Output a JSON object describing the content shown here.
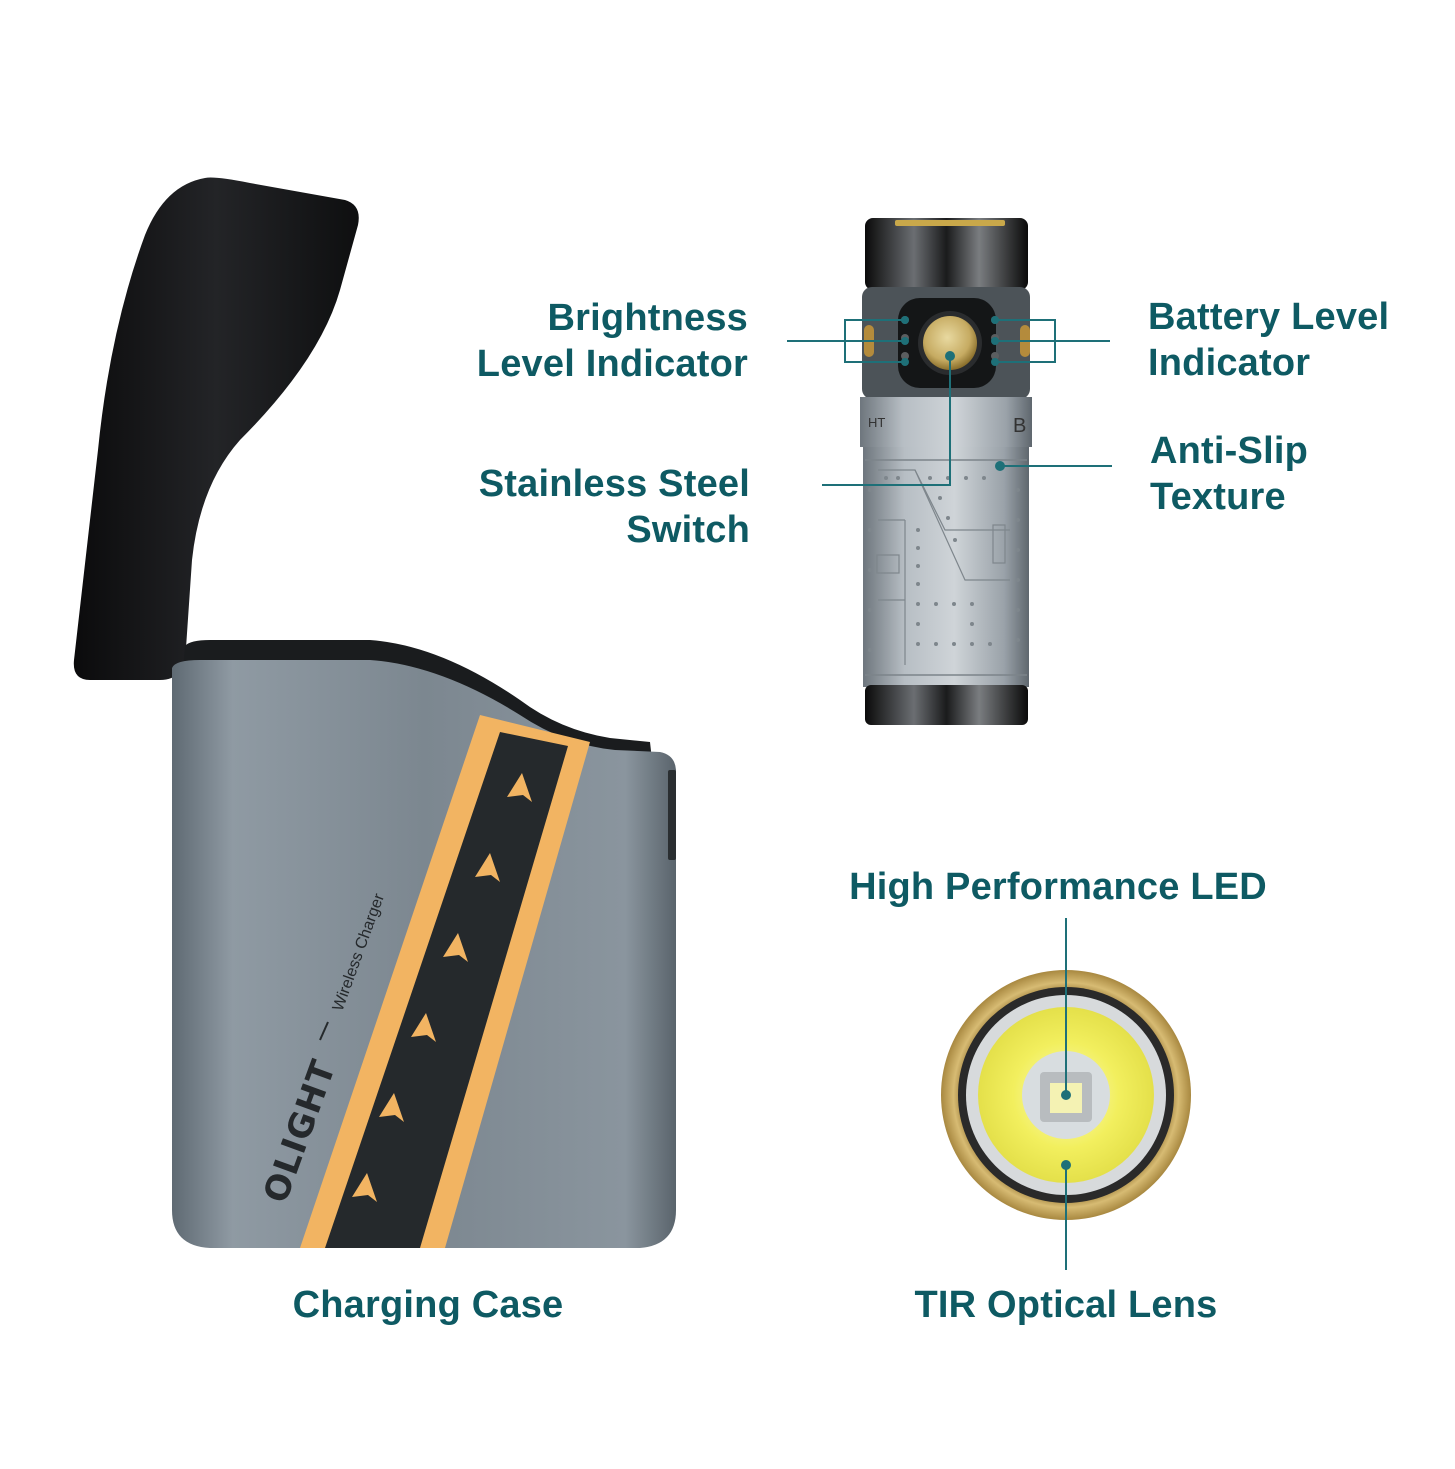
{
  "brand": {
    "logo_text": "OLIGHT",
    "product_subtitle": "Wireless Charger"
  },
  "colors": {
    "label_text": "#0e5a63",
    "callout_line": "#1e7078",
    "case_body": "#7d8790",
    "case_lid": "#111214",
    "stripe_gold": "#f2b462",
    "stripe_dark": "#25292c",
    "brass": "#b8963f",
    "lens_yellow": "#f1ef5a"
  },
  "callouts": {
    "brightness": {
      "line1": "Brightness",
      "line2": "Level Indicator"
    },
    "switch": {
      "line1": "Stainless Steel",
      "line2": "Switch"
    },
    "battery": {
      "line1": "Battery Level",
      "line2": "Indicator"
    },
    "antislip": {
      "line1": "Anti-Slip",
      "line2": "Texture"
    },
    "led": {
      "line1": "High Performance LED"
    },
    "lens": {
      "line1": "TIR Optical Lens"
    },
    "case": {
      "line1": "Charging Case"
    }
  },
  "flashlight": {
    "engraving_left": "HT",
    "engraving_right": "B"
  }
}
